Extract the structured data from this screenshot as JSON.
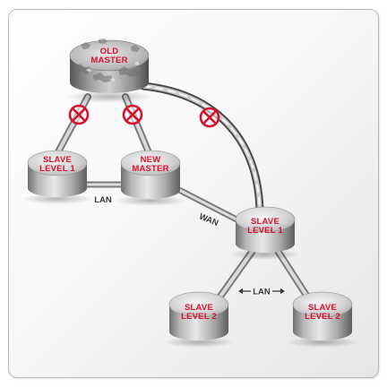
{
  "diagram": {
    "nodes": {
      "old_master": {
        "line1": "OLD",
        "line2": "MASTER",
        "status": "failed"
      },
      "slave_l1_left": {
        "line1": "SLAVE",
        "line2": "LEVEL 1"
      },
      "new_master": {
        "line1": "NEW",
        "line2": "MASTER"
      },
      "slave_l1_right": {
        "line1": "SLAVE",
        "line2": "LEVEL 1"
      },
      "slave_l2_left": {
        "line1": "SLAVE",
        "line2": "LEVEL 2"
      },
      "slave_l2_right": {
        "line1": "SLAVE",
        "line2": "LEVEL 2"
      }
    },
    "links": {
      "lan_top": "LAN",
      "wan": "WAN",
      "lan_bottom": "LAN"
    },
    "icons": {
      "broken_link": "no-entry-icon",
      "double_arrow": "double-arrow-icon"
    },
    "colors": {
      "label_red": "#d8102b",
      "broken_red": "#d4142c"
    }
  }
}
